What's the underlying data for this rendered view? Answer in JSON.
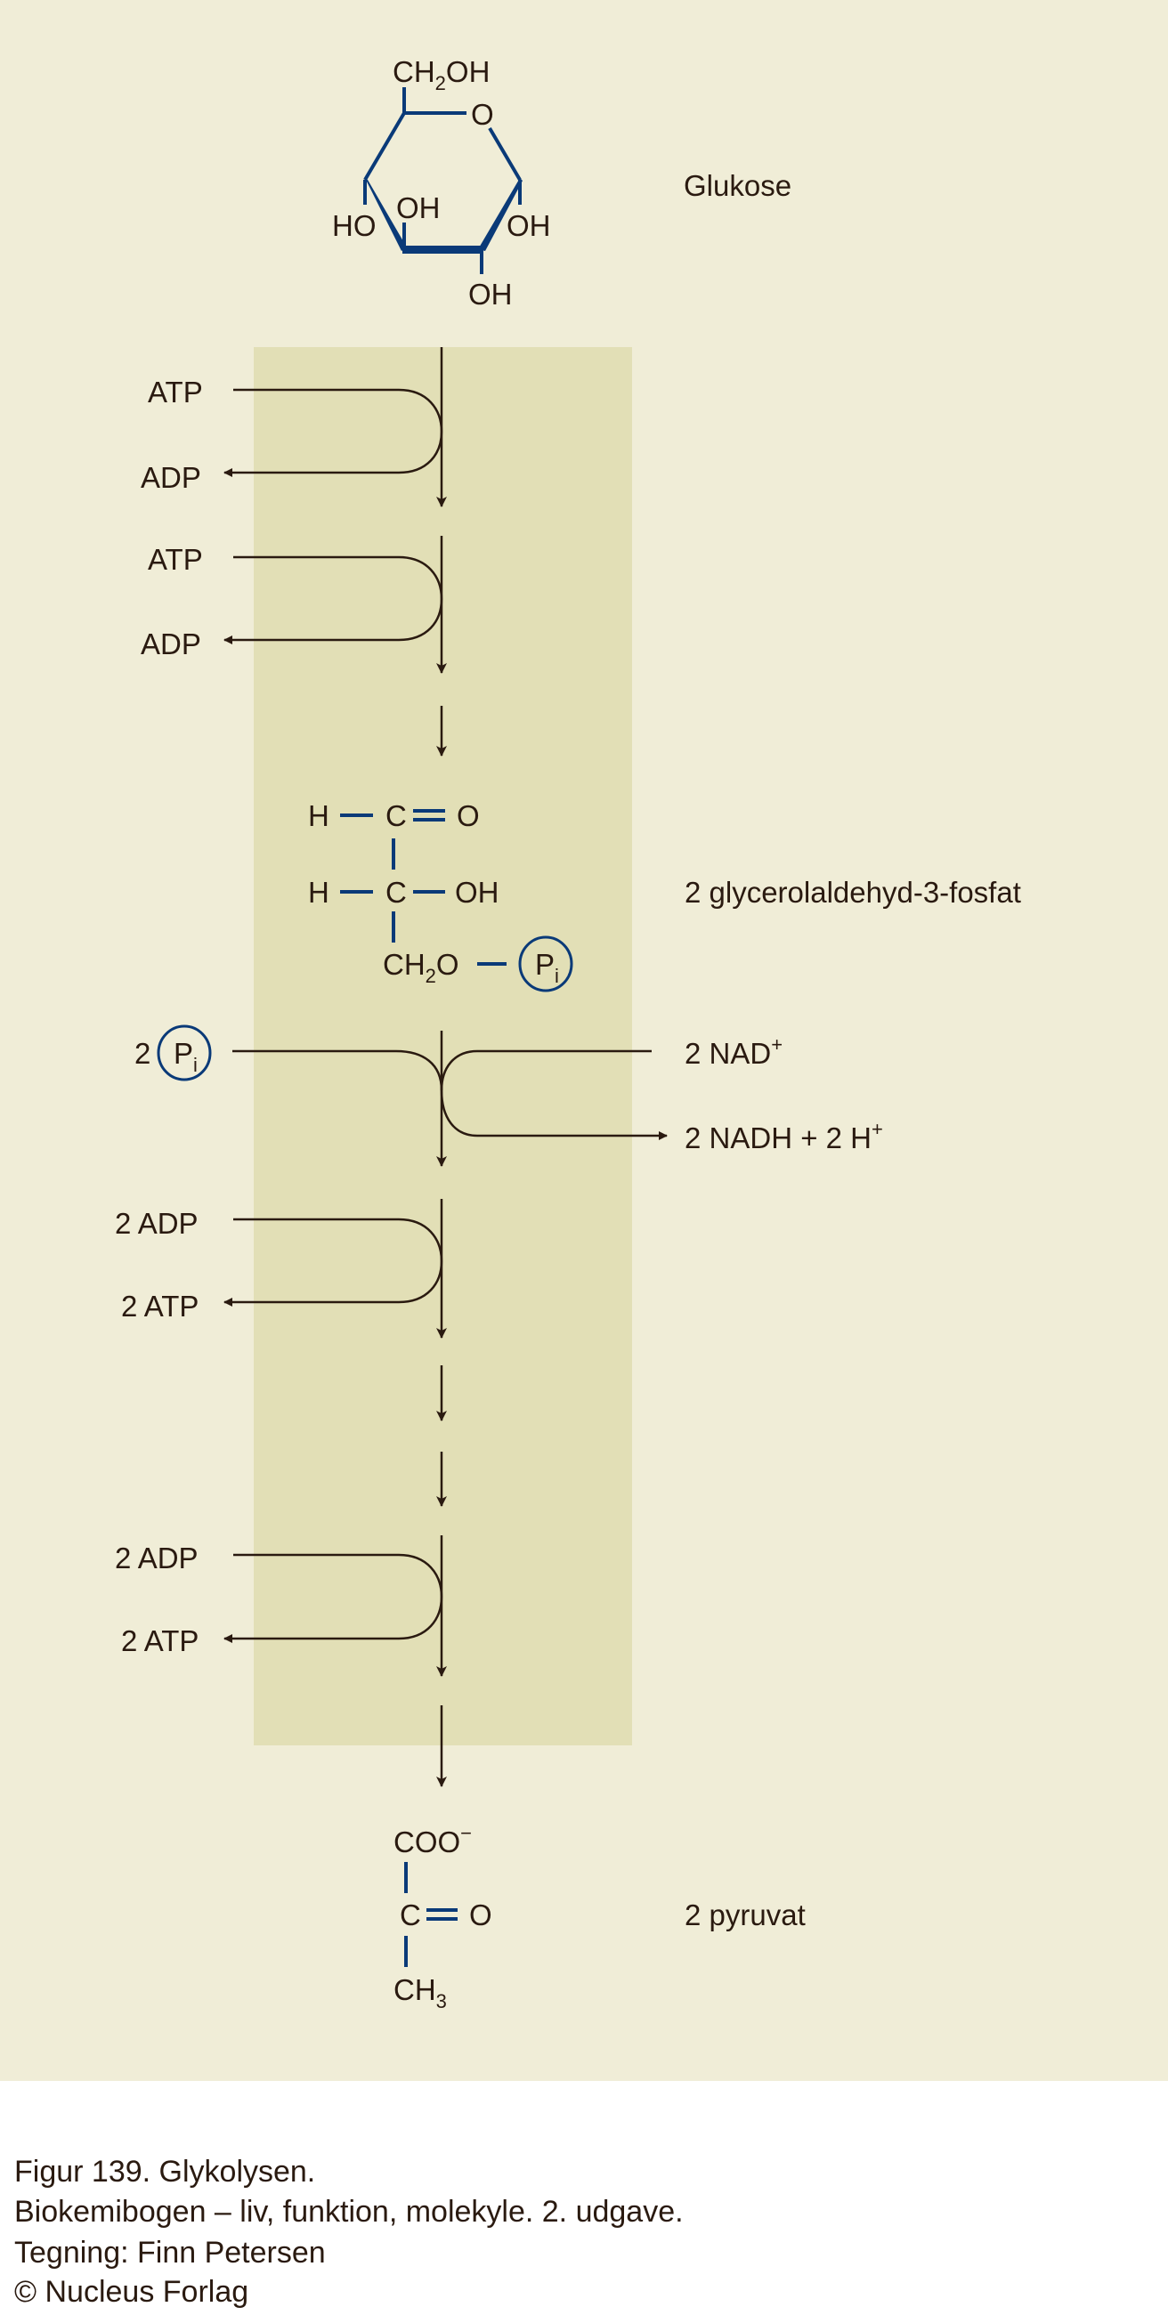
{
  "colors": {
    "background": "#f0edd7",
    "band": "#e2dfb6",
    "bond": "#0a3a78",
    "text": "#2a1a10"
  },
  "glucose": {
    "label": "Glukose",
    "ch2oh": {
      "a": "CH",
      "sub": "2",
      "b": "OH"
    },
    "ring_o": "O",
    "ho_left": "HO",
    "oh_inner": "OH",
    "oh_right": "OH",
    "oh_bottom": "OH"
  },
  "steps": [
    {
      "in": "ATP",
      "out": "ADP"
    },
    {
      "in": "ATP",
      "out": "ADP"
    },
    {
      "in": "2 ADP",
      "out": "2 ATP"
    },
    {
      "in": "2 ADP",
      "out": "2 ATP"
    }
  ],
  "gap": {
    "label": "2 glycerolaldehyd-3-fosfat",
    "h1": "H",
    "c1": "C",
    "o1": "O",
    "h2": "H",
    "c2": "C",
    "oh2": "OH",
    "ch2o": {
      "a": "CH",
      "sub": "2",
      "b": "O"
    },
    "pi": {
      "p": "P",
      "i": "i"
    }
  },
  "oxidation": {
    "pi_count": "2",
    "pi": {
      "p": "P",
      "i": "i"
    },
    "nad": {
      "a": "2 NAD",
      "sup": "+"
    },
    "nadh": {
      "a": "2 NADH + 2 H",
      "sup": "+"
    }
  },
  "pyruvate": {
    "label": "2 pyruvat",
    "coo": {
      "a": "COO",
      "sup": "−"
    },
    "c": "C",
    "o": "O",
    "ch3": {
      "a": "CH",
      "sub": "3"
    }
  },
  "caption": [
    "Figur 139. Glykolysen.",
    "Biokemibogen – liv, funktion, molekyle. 2. udgave.",
    "Tegning: Finn Petersen",
    "© Nucleus Forlag"
  ]
}
